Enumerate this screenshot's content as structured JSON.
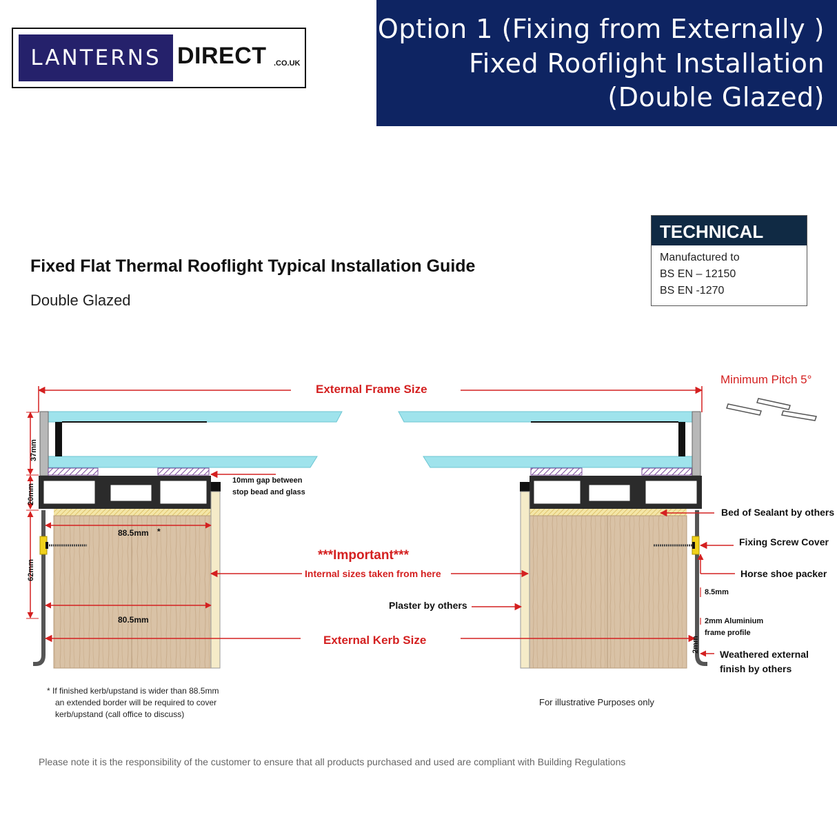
{
  "logo": {
    "word1": "LANTERNS",
    "word2": "DIRECT",
    "tld": ".CO.UK"
  },
  "header": {
    "line1": "Option 1 (Fixing from Externally )",
    "line2": "Fixed Rooflight Installation",
    "line3": "(Double Glazed)"
  },
  "technical": {
    "title": "TECHNICAL",
    "line1": "Manufactured to",
    "line2": "BS EN – 12150",
    "line3": "BS EN -1270"
  },
  "guide": {
    "title": "Fixed Flat Thermal Rooflight Typical Installation Guide",
    "subtitle": "Double Glazed"
  },
  "labels": {
    "external_frame_size": "External Frame Size",
    "minimum_pitch": "Minimum Pitch 5°",
    "gap_note_line1": "10mm gap between",
    "gap_note_line2": "stop bead and glass",
    "dim_88_5": "88.5mm",
    "asterisk": "*",
    "important": "***Important***",
    "internal_sizes": "Internal sizes taken from here",
    "plaster": "Plaster by others",
    "dim_80_5": "80.5mm",
    "external_kerb_size": "External Kerb Size",
    "dim_37": "37mm",
    "dim_20": "20mm",
    "dim_62": "62mm",
    "bed_of_sealant": "Bed of Sealant by others",
    "fixing_screw_cover": "Fixing Screw Cover",
    "horse_shoe_packer": "Horse shoe packer",
    "dim_8_5": "8.5mm",
    "aluminium_line1": "2mm Aluminium",
    "aluminium_line2": "frame profile",
    "dim_2mm": "2mm",
    "weathered_line1": "Weathered external",
    "weathered_line2": "finish by others"
  },
  "notes": {
    "kerb_note_line1": "* If finished kerb/upstand is wider than 88.5mm",
    "kerb_note_line2": "an extended border will be required to cover",
    "kerb_note_line3": "kerb/upstand (call office to discuss)",
    "illustrative": "For illustrative Purposes only",
    "disclaimer": "Please note it is the responsibility of the customer to ensure that all products purchased and used are compliant with Building Regulations"
  },
  "colors": {
    "header_navy": "#0e2462",
    "logo_blue": "#25216b",
    "technical_head": "#102a44",
    "annotation_red": "#d42020",
    "glass_blue": "#9fe3ec",
    "timber": "#d8bfa3",
    "plaster": "#f5ebc8"
  }
}
